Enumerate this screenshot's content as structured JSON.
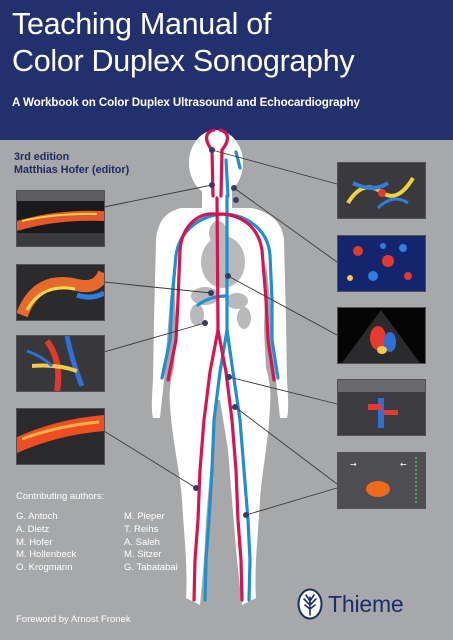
{
  "cover": {
    "title_line1": "Teaching Manual of",
    "title_line2": "Color Duplex Sonography",
    "subtitle": "A Workbook on Color Duplex Ultrasound and Echocardiography",
    "edition": "3rd edition",
    "editor": "Matthias Hofer (editor)",
    "contributors_heading": "Contributing authors:",
    "contributors_col1": [
      "G. Antoch",
      "A. Dietz",
      "M. Hofer",
      "M. Hollenbeck",
      "O. Krogmann"
    ],
    "contributors_col2": [
      "M. Pieper",
      "T. Reihs",
      "A. Saleh",
      "M. Sitzer",
      "G. Tabatabai"
    ],
    "foreword": "Foreword by Arnost Fronek",
    "publisher": "Thieme"
  },
  "colors": {
    "background": "#a7a8aa",
    "title_band": "#23306e",
    "artery": "#d9134e",
    "vein": "#1f8fd0",
    "publisher": "#1c2d6b"
  },
  "icons": {
    "publisher_logo": "tree-of-life-icon"
  },
  "ultrasound_images": {
    "left": [
      "carotid-artery-doppler",
      "curved-vessel-doppler",
      "abdominal-vessels-doppler",
      "femoral-artery-doppler"
    ],
    "right": [
      "cerebral-arteries-doppler",
      "liver-vessels-doppler",
      "echocardiography-doppler",
      "renal-vessels-doppler",
      "leg-vessels-doppler"
    ]
  }
}
